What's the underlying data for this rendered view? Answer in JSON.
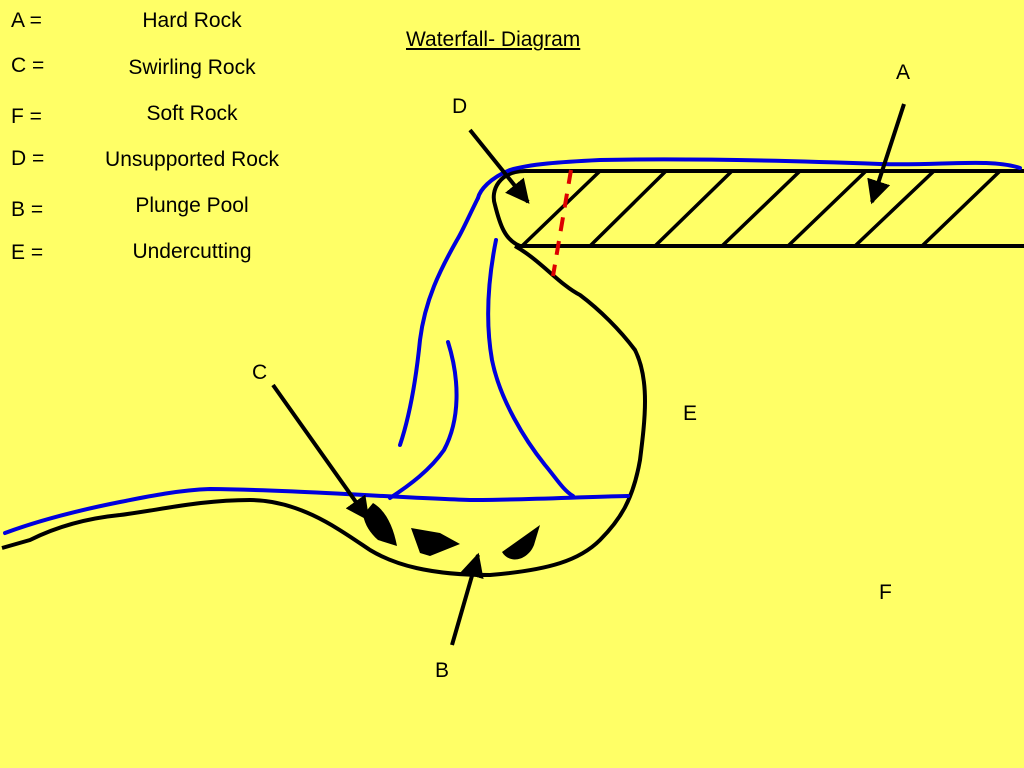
{
  "title": "Waterfall- Diagram",
  "key": [
    {
      "letter": "A =",
      "value": "Hard Rock"
    },
    {
      "letter": "C =",
      "value": "Swirling Rock"
    },
    {
      "letter": "F =",
      "value": "Soft Rock"
    },
    {
      "letter": "D =",
      "value": "Unsupported Rock"
    },
    {
      "letter": "B =",
      "value": "Plunge Pool"
    },
    {
      "letter": "E =",
      "value": "Undercutting"
    }
  ],
  "labels": {
    "a": "A",
    "b": "B",
    "c": "C",
    "d": "D",
    "e": "E",
    "f": "F"
  },
  "colors": {
    "background": "#FFFF66",
    "water": "#0000DD",
    "rock": "#000000",
    "dashed_line": "#DD0000"
  }
}
